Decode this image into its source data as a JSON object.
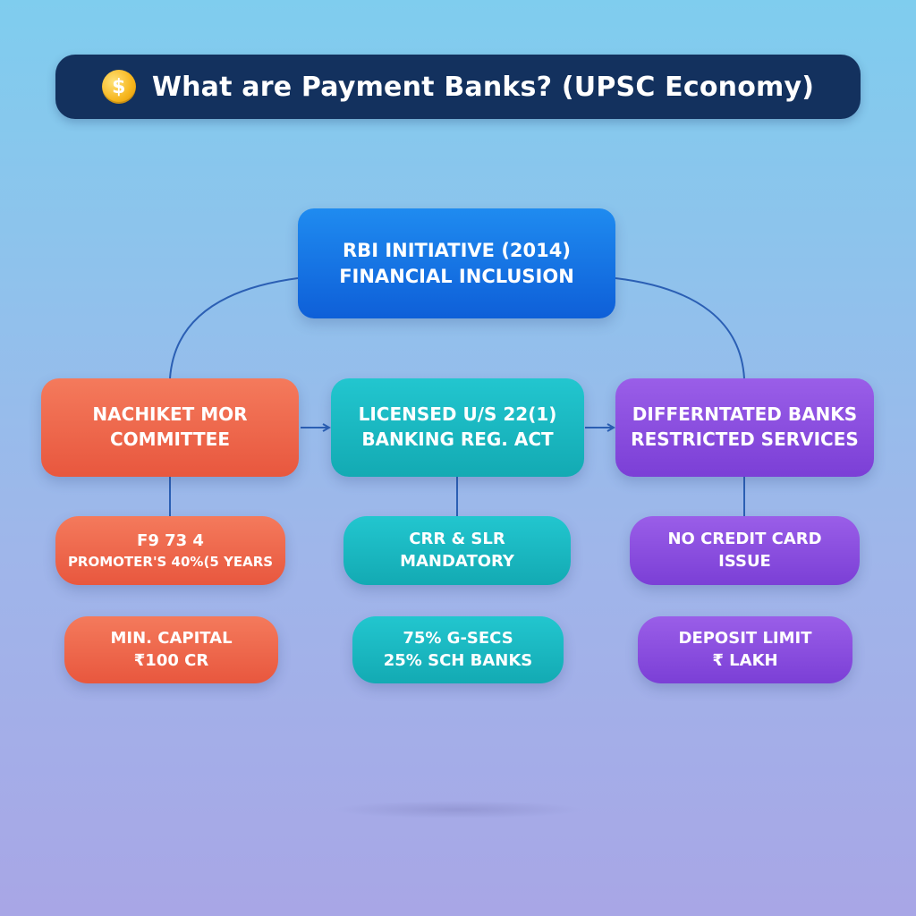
{
  "title": {
    "icon": "dollar-coin-icon",
    "icon_glyph": "$",
    "text": "What are Payment Banks? (UPSC Economy)"
  },
  "root": {
    "line1": "RBI INITIATIVE (2014)",
    "line2": "FINANCIAL INCLUSION"
  },
  "branches": [
    {
      "color": "#ee6a4e",
      "node": {
        "line1": "NACHIKET MOR",
        "line2": "COMMITTEE"
      },
      "leaves": [
        {
          "line1": "F9 73 4",
          "line2": "PROMOTER'S 40%(5 YEARS"
        },
        {
          "line1": "MIN. CAPITAL",
          "line2": "₹100 CR"
        }
      ]
    },
    {
      "color": "#1bb8c1",
      "node": {
        "line1": "LICENSED U/S 22(1)",
        "line2": "BANKING REG. ACT"
      },
      "leaves": [
        {
          "line1": "CRR & SLR",
          "line2": "MANDATORY"
        },
        {
          "line1": "75% G-SECS",
          "line2": "25% SCH BANKS"
        }
      ]
    },
    {
      "color": "#8a4ee0",
      "node": {
        "line1": "DIFFERNTATED BANKS",
        "line2": "RESTRICTED SERVICES"
      },
      "leaves": [
        {
          "line1": "NO CREDIT CARD",
          "line2": "ISSUE"
        },
        {
          "line1": "DEPOSIT LIMIT",
          "line2": "₹ LAKH"
        }
      ]
    }
  ],
  "colors": {
    "title_bg": "#13315e",
    "root": "#1573e4",
    "connector": "#2b5fb4"
  }
}
